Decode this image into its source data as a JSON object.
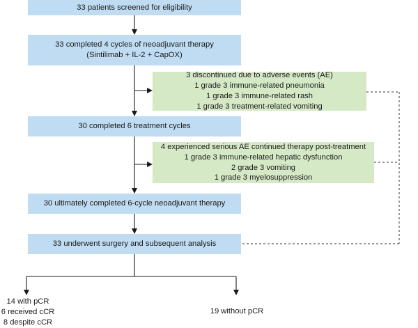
{
  "boxes": {
    "screened": {
      "lines": [
        "33 patients screened for eligibility"
      ]
    },
    "neoadjuvant4": {
      "lines": [
        "33 completed 4 cycles of neoadjuvant therapy",
        "(Sintilimab + IL-2 + CapOX)"
      ]
    },
    "discontinued": {
      "lines": [
        "3 discontinued due to adverse events (AE)",
        "1 grade 3 immune-related pneumonia",
        "1 grade 3 immune-related rash",
        "1 grade 3 treatment-related vomiting"
      ]
    },
    "six_cycles": {
      "lines": [
        "30 completed 6 treatment cycles"
      ]
    },
    "serious_ae": {
      "lines": [
        "4 experienced serious AE continued therapy post-treatment",
        "1 grade 3 immune-related hepatic dysfunction",
        "2 grade 3 vomiting",
        "1 grade 3 myelosuppression"
      ]
    },
    "ultimately": {
      "lines": [
        "30 ultimately completed 6-cycle neoadjuvant therapy"
      ]
    },
    "surgery": {
      "lines": [
        "33 underwent surgery and subsequent analysis"
      ]
    },
    "pcr": {
      "lines": [
        "14 with pCR",
        "6 received cCR",
        "8 despite cCR"
      ]
    },
    "no_pcr": {
      "lines": [
        "19 without pCR"
      ]
    }
  },
  "colors": {
    "main_box": "#bfdcf2",
    "side_box": "#d6e9c7",
    "arrow": "#1a1a1a",
    "dashed_line": "#333333"
  }
}
